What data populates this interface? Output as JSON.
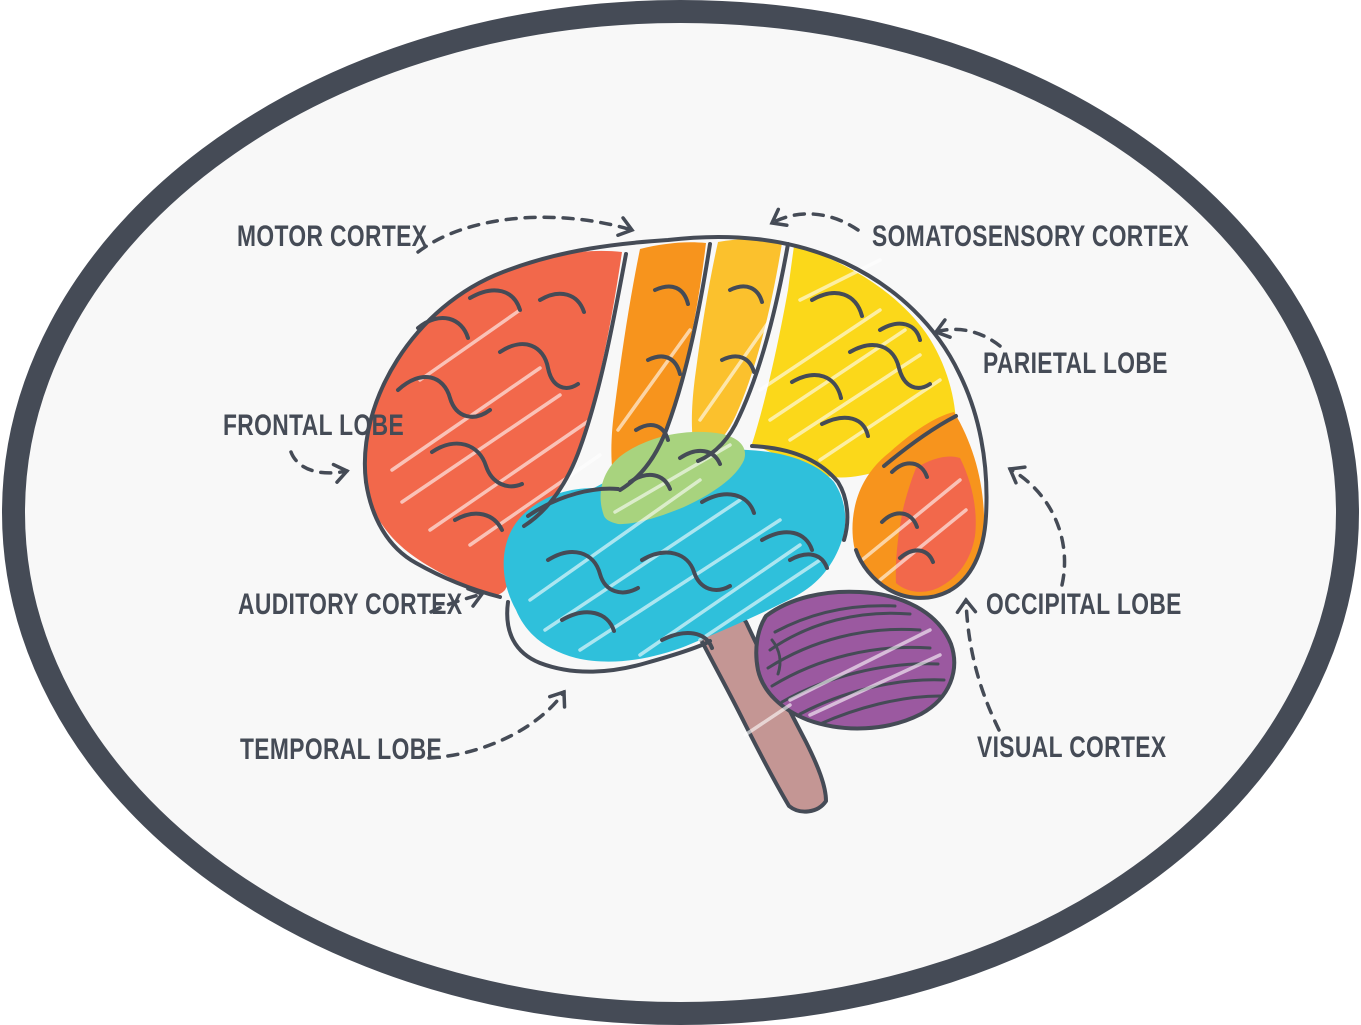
{
  "labels": {
    "motor_cortex": "MOTOR CORTEX",
    "somatosensory_cortex": "SOMATOSENSORY CORTEX",
    "parietal_lobe": "PARIETAL LOBE",
    "frontal_lobe": "FRONTAL LOBE",
    "auditory_cortex": "AUDITORY CORTEX",
    "occipital_lobe": "OCCIPITAL LOBE",
    "temporal_lobe": "TEMPORAL LOBE",
    "visual_cortex": "VISUAL CORTEX"
  },
  "colors": {
    "ink": "#454B56",
    "label_text": "#454B56",
    "ellipse_fill": "#F8F8F8",
    "frontal_lobe": "#F2684B",
    "motor_cortex": "#F7941D",
    "somatosensory_cortex": "#FBC12D",
    "parietal_lobe": "#FBD81A",
    "occipital_lobe": "#F7941D",
    "occipital_back": "#F2684B",
    "green_area": "#A8D37E",
    "temporal_lobe": "#2FC0DB",
    "cerebellum": "#9B59A0",
    "brainstem": "#C49694",
    "streak_white": "rgba(255,255,255,0.6)"
  }
}
